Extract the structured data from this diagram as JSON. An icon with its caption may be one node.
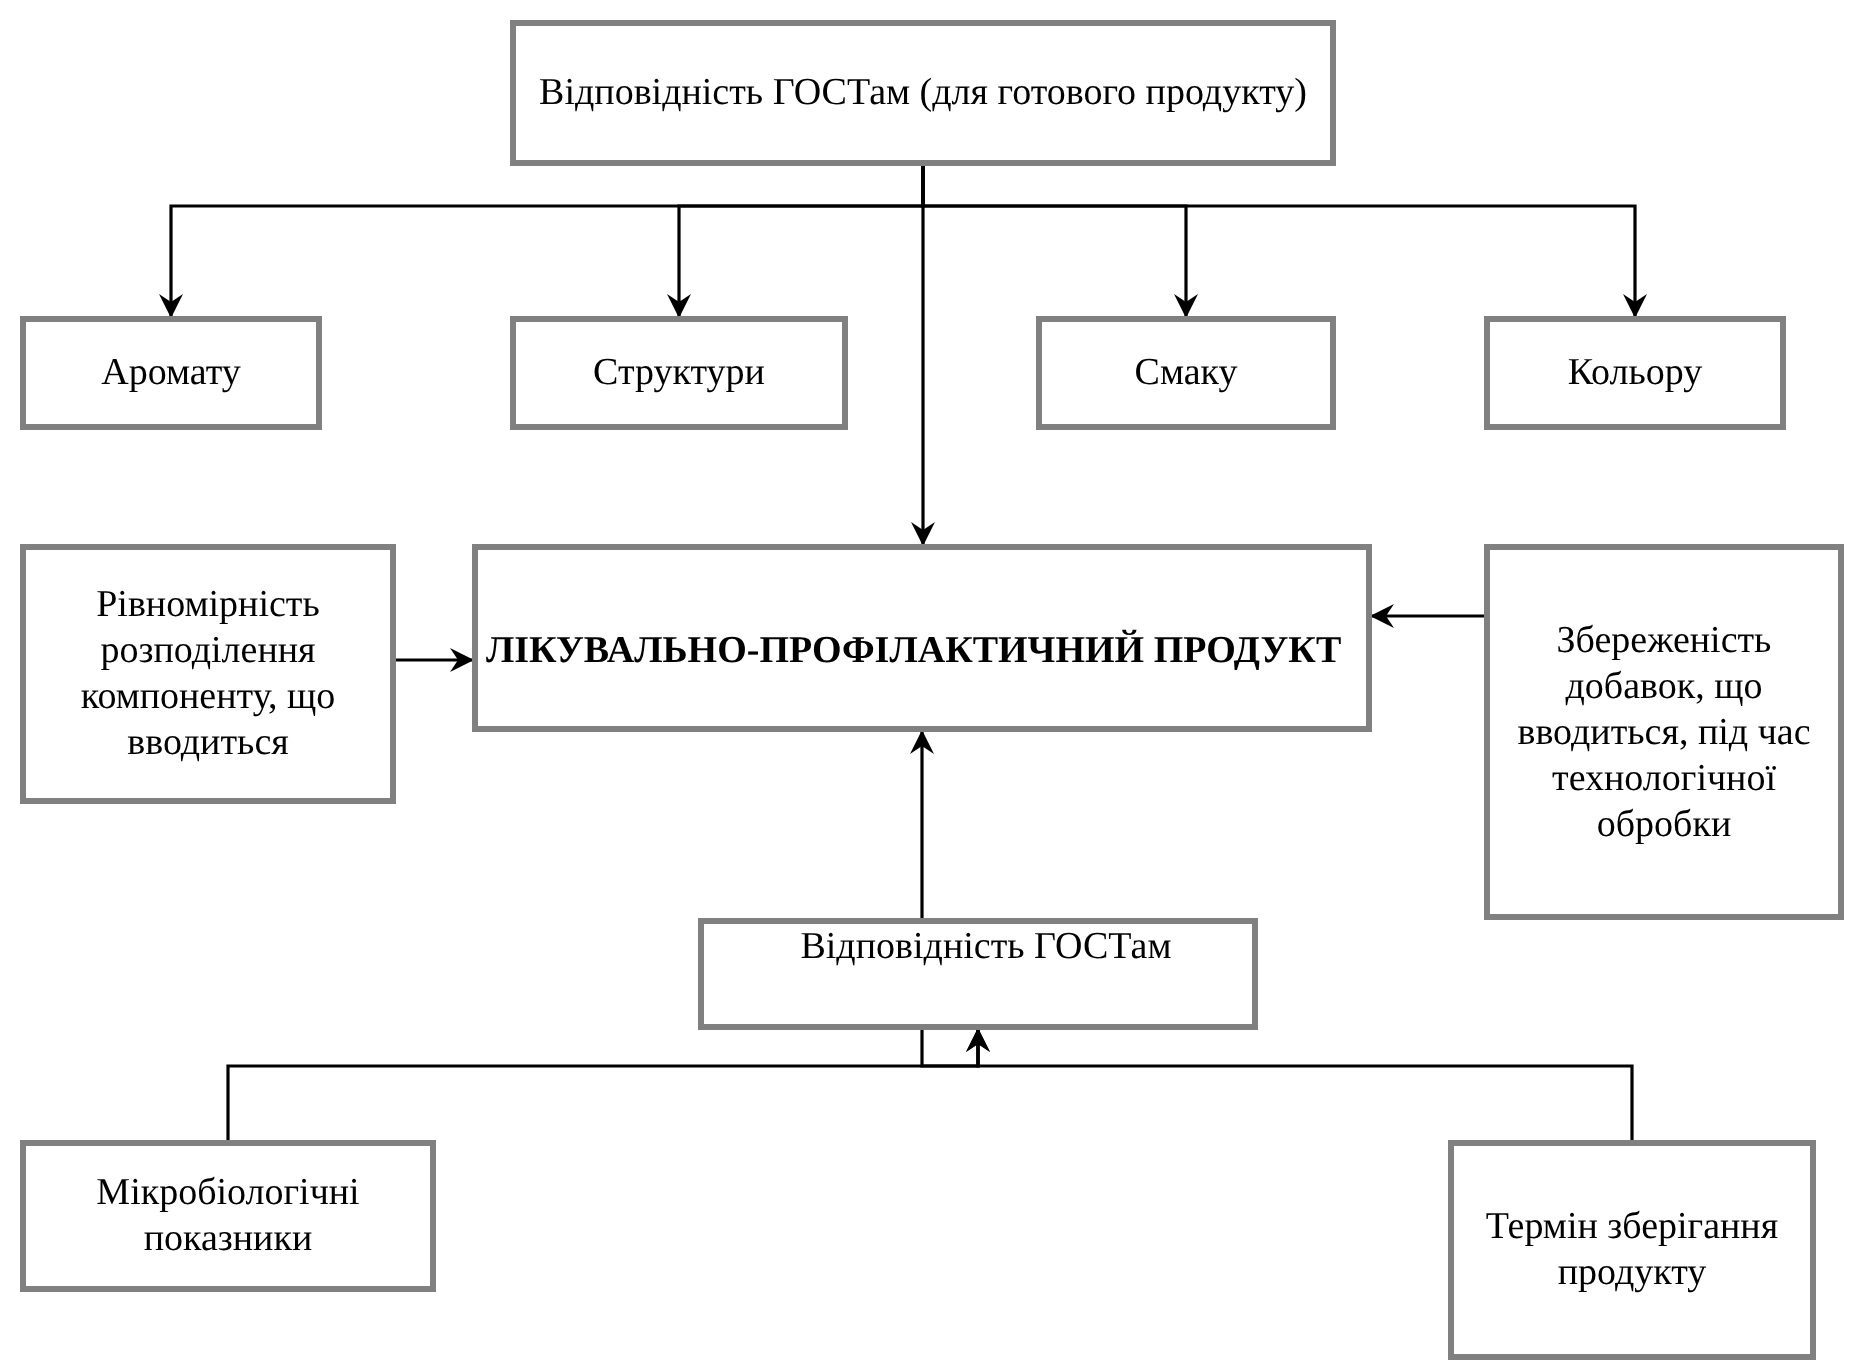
{
  "diagram": {
    "nodes": [
      {
        "text": [
          "Відповідність ГОСТам (для готового продукту)"
        ]
      },
      {
        "text": [
          "Аромату"
        ]
      },
      {
        "text": [
          "Структури"
        ]
      },
      {
        "text": [
          "Смаку"
        ]
      },
      {
        "text": [
          "Кольору"
        ]
      },
      {
        "text": [
          "Рівномірність розподілення компоненту, що вводиться"
        ]
      },
      {
        "text": [
          "ЛІКУВАЛЬНО-ПРОФІЛАКТИЧНИЙ ПРОДУКТ"
        ]
      },
      {
        "text": [
          "Збереженість добавок, що вводиться, під час технологічної обробки"
        ]
      },
      {
        "text": [
          "Відповідність ГОСТам"
        ]
      },
      {
        "text": [
          "Мікробіологічні показники"
        ]
      },
      {
        "text": [
          "Термін зберігання продукту"
        ]
      }
    ],
    "edges": [
      {
        "from": 0,
        "to": 1,
        "arrow": "to"
      },
      {
        "from": 0,
        "to": 2,
        "arrow": "to"
      },
      {
        "from": 0,
        "to": 3,
        "arrow": "to"
      },
      {
        "from": 0,
        "to": 4,
        "arrow": "to"
      },
      {
        "from": 0,
        "to": 6,
        "arrow": "to"
      },
      {
        "from": 5,
        "to": 6,
        "arrow": "to"
      },
      {
        "from": 7,
        "to": 6,
        "arrow": "to"
      },
      {
        "from": 8,
        "to": 6,
        "arrow": "to"
      },
      {
        "from": 9,
        "to": 8,
        "arrow": "to"
      },
      {
        "from": 10,
        "to": 8,
        "arrow": "to"
      }
    ]
  }
}
